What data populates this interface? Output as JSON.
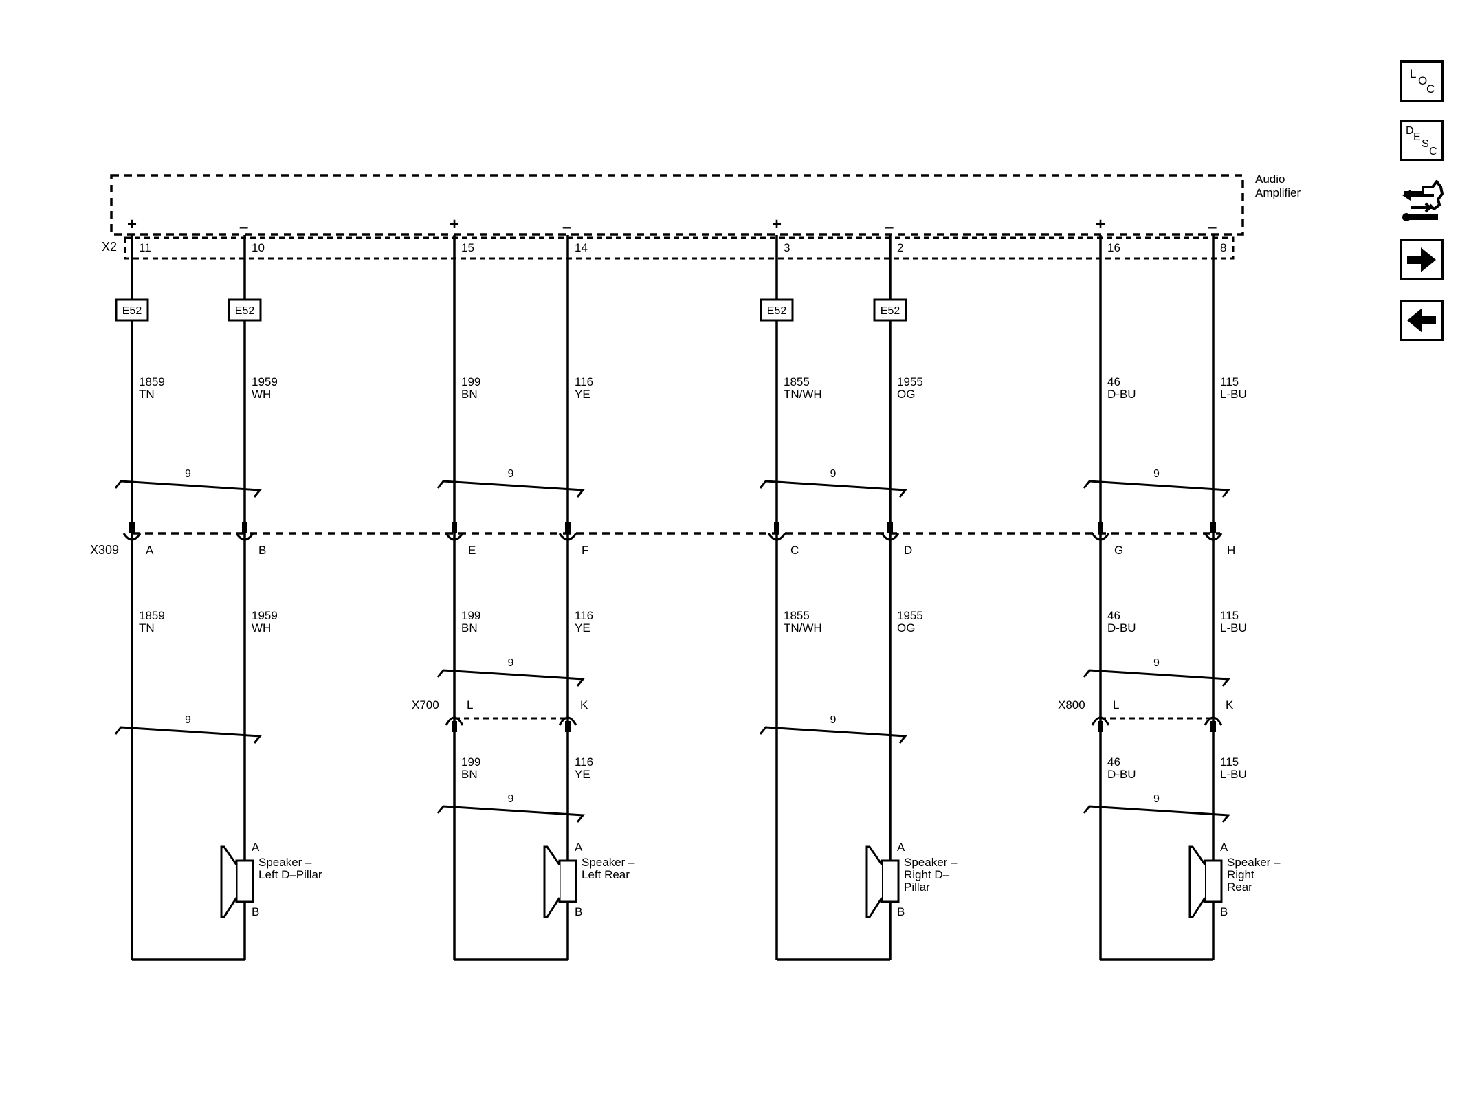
{
  "component": {
    "name_line1": "Audio",
    "name_line2": "Amplifier"
  },
  "connectors": {
    "x2": "X2",
    "x309": "X309",
    "x700": "X700",
    "x800": "X800"
  },
  "splice_label": "E52",
  "twist_label": "9",
  "channels": [
    {
      "plus_sign": "+",
      "minus_sign": "–",
      "pins_x2": [
        "11",
        "10"
      ],
      "pins_x309": [
        "A",
        "B"
      ],
      "wire_a": {
        "circuit": "1859",
        "color": "TN"
      },
      "wire_b": {
        "circuit": "1959",
        "color": "WH"
      },
      "inline": null,
      "speaker": {
        "label_lines": [
          "Speaker –",
          "Left D–Pillar"
        ],
        "pin_a": "A",
        "pin_b": "B"
      }
    },
    {
      "plus_sign": "+",
      "minus_sign": "–",
      "pins_x2": [
        "15",
        "14"
      ],
      "pins_x309": [
        "E",
        "F"
      ],
      "wire_a": {
        "circuit": "199",
        "color": "BN"
      },
      "wire_b": {
        "circuit": "116",
        "color": "YE"
      },
      "inline": {
        "pins": [
          "L",
          "K"
        ]
      },
      "speaker": {
        "label_lines": [
          "Speaker –",
          "Left Rear"
        ],
        "pin_a": "A",
        "pin_b": "B"
      }
    },
    {
      "plus_sign": "+",
      "minus_sign": "–",
      "pins_x2": [
        "3",
        "2"
      ],
      "pins_x309": [
        "C",
        "D"
      ],
      "wire_a": {
        "circuit": "1855",
        "color": "TN/WH"
      },
      "wire_b": {
        "circuit": "1955",
        "color": "OG"
      },
      "inline": null,
      "speaker": {
        "label_lines": [
          "Speaker –",
          "Right D–",
          "Pillar"
        ],
        "pin_a": "A",
        "pin_b": "B"
      }
    },
    {
      "plus_sign": "+",
      "minus_sign": "–",
      "pins_x2": [
        "16",
        "8"
      ],
      "pins_x309": [
        "G",
        "H"
      ],
      "wire_a": {
        "circuit": "46",
        "color": "D-BU"
      },
      "wire_b": {
        "circuit": "115",
        "color": "L-BU"
      },
      "inline": {
        "pins": [
          "L",
          "K"
        ]
      },
      "speaker": {
        "label_lines": [
          "Speaker –",
          "Right",
          "Rear"
        ],
        "pin_a": "A",
        "pin_b": "B"
      }
    }
  ],
  "nav": {
    "loc": {
      "letters": [
        "L",
        "O",
        "C"
      ],
      "icon": "loc-icon"
    },
    "desc": {
      "letters": [
        "D",
        "E",
        "S",
        "C"
      ],
      "icon": "desc-icon"
    },
    "connector_view": {
      "icon": "connector-view-icon"
    },
    "next": {
      "icon": "arrow-right-icon"
    },
    "prev": {
      "icon": "arrow-left-icon"
    }
  }
}
